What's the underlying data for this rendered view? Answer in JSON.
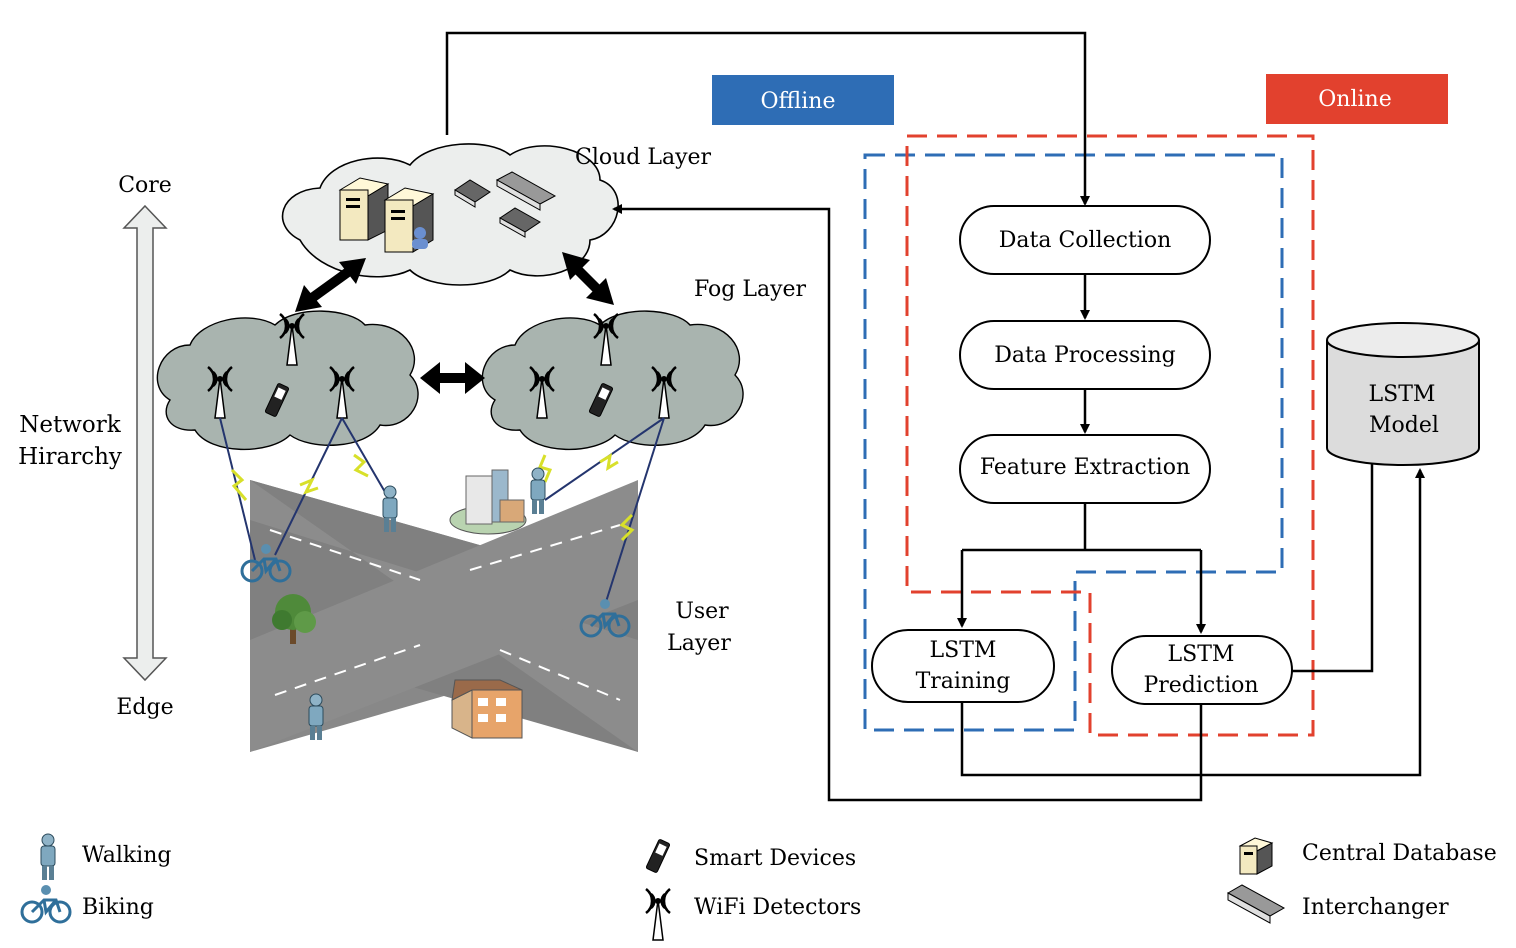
{
  "hierarchy": {
    "top": "Core",
    "bottom": "Edge",
    "line1": "Network",
    "line2": "Hirarchy"
  },
  "layers": {
    "cloud": "Cloud Layer",
    "fog": "Fog Layer",
    "user_line1": "User",
    "user_line2": "Layer"
  },
  "badges": {
    "offline": "Offline",
    "online": "Online"
  },
  "flow": {
    "collection": "Data Collection",
    "processing": "Data Processing",
    "extraction": "Feature Extraction",
    "training_1": "LSTM",
    "training_2": "Training",
    "prediction_1": "LSTM",
    "prediction_2": "Prediction"
  },
  "model": {
    "line1": "LSTM",
    "line2": "Model"
  },
  "legend": {
    "walking": "Walking",
    "biking": "Biking",
    "smart": "Smart Devices",
    "wifi": "WiFi Detectors",
    "central": "Central Database",
    "interchanger": "Interchanger"
  },
  "colors": {
    "offline": "#2e6db5",
    "online": "#e2412e",
    "fog": "#a8b3ae",
    "road": "#8a8a8a",
    "cylinder": "#dcdcdc"
  }
}
